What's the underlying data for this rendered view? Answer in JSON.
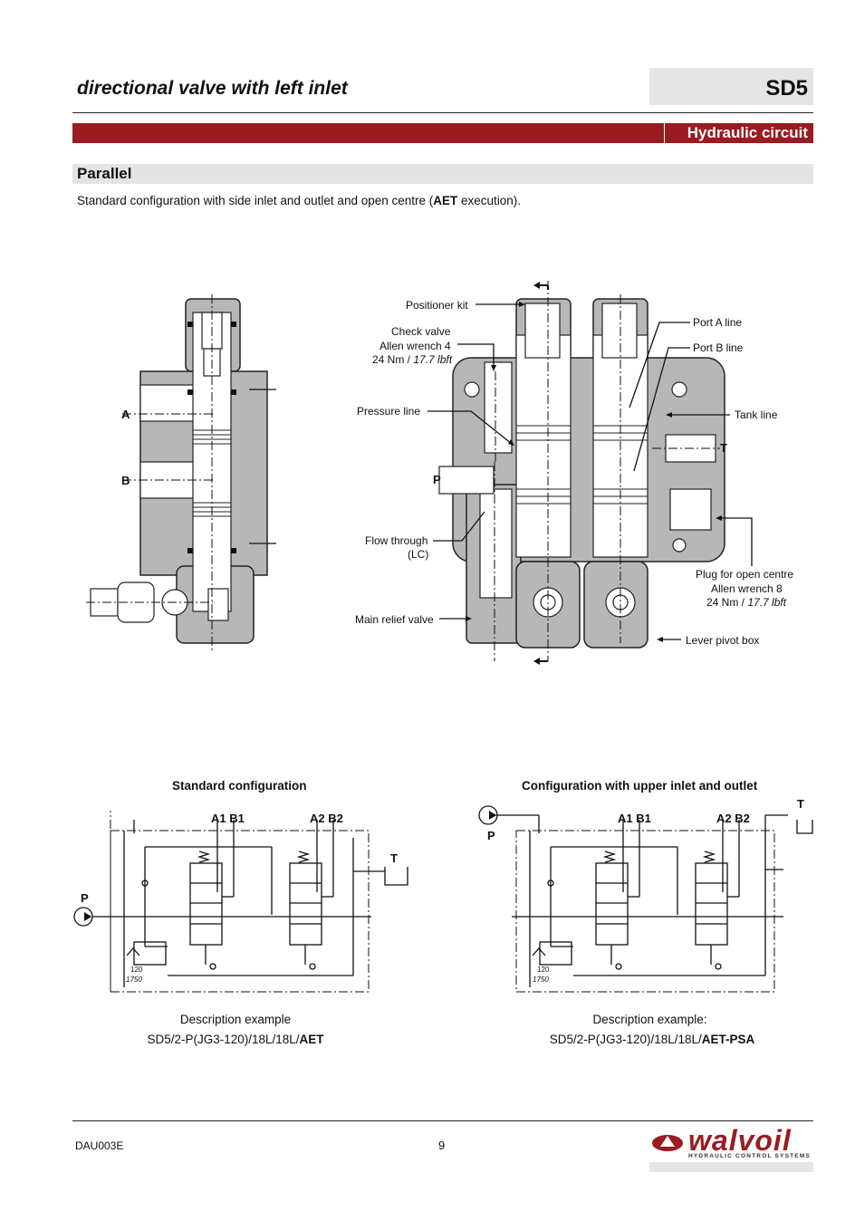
{
  "header": {
    "title": "directional valve with left inlet",
    "code": "SD5"
  },
  "section": {
    "label": "Hydraulic circuit"
  },
  "subsection": {
    "title": "Parallel"
  },
  "intro": {
    "pre": "Standard configuration with side inlet and outlet and open centre (",
    "bold": "AET",
    "post": " execution)."
  },
  "drawing": {
    "side_labels": {
      "a": "A",
      "b": "B"
    },
    "front_labels": {
      "positioner_kit": "Positioner kit",
      "check_valve_1": "Check valve",
      "check_valve_2": "Allen wrench 4",
      "check_valve_3a": "24 Nm / ",
      "check_valve_3b": "17.7 lbft",
      "pressure_line": "Pressure line",
      "p": "P",
      "flow_through_1": "Flow through",
      "flow_through_2": "(LC)",
      "main_relief": "Main relief valve",
      "port_a": "Port A line",
      "port_b": "Port B line",
      "tank_line": "Tank line",
      "t": "T",
      "plug_1": "Plug for open centre",
      "plug_2": "Allen wrench 8",
      "plug_3a": "24 Nm / ",
      "plug_3b": "17.7 lbft",
      "lever_pivot": "Lever pivot box"
    }
  },
  "schematic_left": {
    "title": "Standard configuration",
    "ports": {
      "ab1": "A1 B1",
      "ab2": "A2 B2",
      "t": "T",
      "p": "P"
    },
    "relief_set1": "120",
    "relief_set2": "1750",
    "caption_1": "Description example",
    "caption_2a": "SD5/2-P(JG3-120)/18L/18L/",
    "caption_2b": "AET"
  },
  "schematic_right": {
    "title": "Configuration with upper inlet and outlet",
    "ports": {
      "ab1": "A1 B1",
      "ab2": "A2 B2",
      "t": "T",
      "p": "P"
    },
    "relief_set1": "120",
    "relief_set2": "1750",
    "caption_1": "Description example:",
    "caption_2a": "SD5/2-P(JG3-120)/18L/18L/",
    "caption_2b": "AET-PSA"
  },
  "footer": {
    "doc_code": "DAU003E",
    "page": "9"
  },
  "logo": {
    "word": "walvoil",
    "tagline": "HYDRAULIC CONTROL SYSTEMS",
    "brand_color": "#9a1b20"
  },
  "colors": {
    "accent": "#9a1b20",
    "band_grey": "#e4e4e4"
  }
}
